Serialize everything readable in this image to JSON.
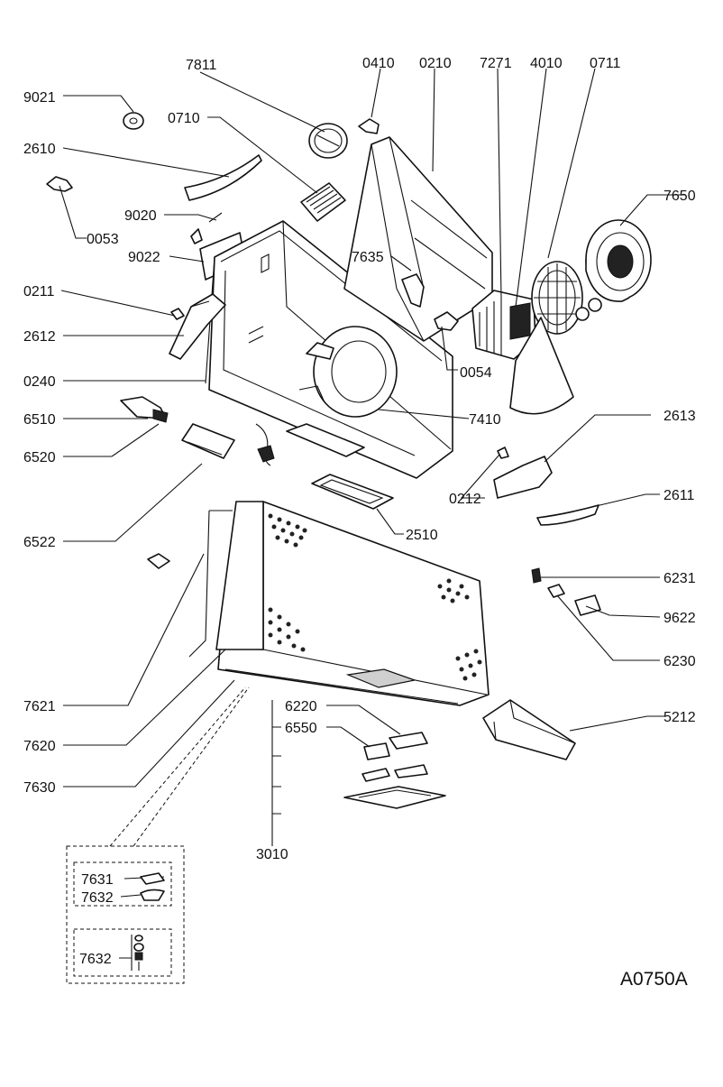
{
  "diagram": {
    "reference": "A0750A",
    "labels": {
      "p9021": "9021",
      "p7811": "7811",
      "p0410": "0410",
      "p0210": "0210",
      "p7271": "7271",
      "p4010": "4010",
      "p0711": "0711",
      "p0710": "0710",
      "p2610": "2610",
      "p7650": "7650",
      "p9020": "9020",
      "p0053": "0053",
      "p9022": "9022",
      "p7635": "7635",
      "p0211": "0211",
      "p2612": "2612",
      "p0054": "0054",
      "p0240": "0240",
      "p7410": "7410",
      "p6510": "6510",
      "p2613": "2613",
      "p6520": "6520",
      "p0212": "0212",
      "p2611": "2611",
      "p2510": "2510",
      "p6522": "6522",
      "p6231": "6231",
      "p9622": "9622",
      "p6230": "6230",
      "p7621": "7621",
      "p6220": "6220",
      "p5212": "5212",
      "p6550": "6550",
      "p7620": "7620",
      "p7630": "7630",
      "p3010": "3010",
      "p7631": "7631",
      "p7632a": "7632",
      "p7632b": "7632"
    }
  }
}
